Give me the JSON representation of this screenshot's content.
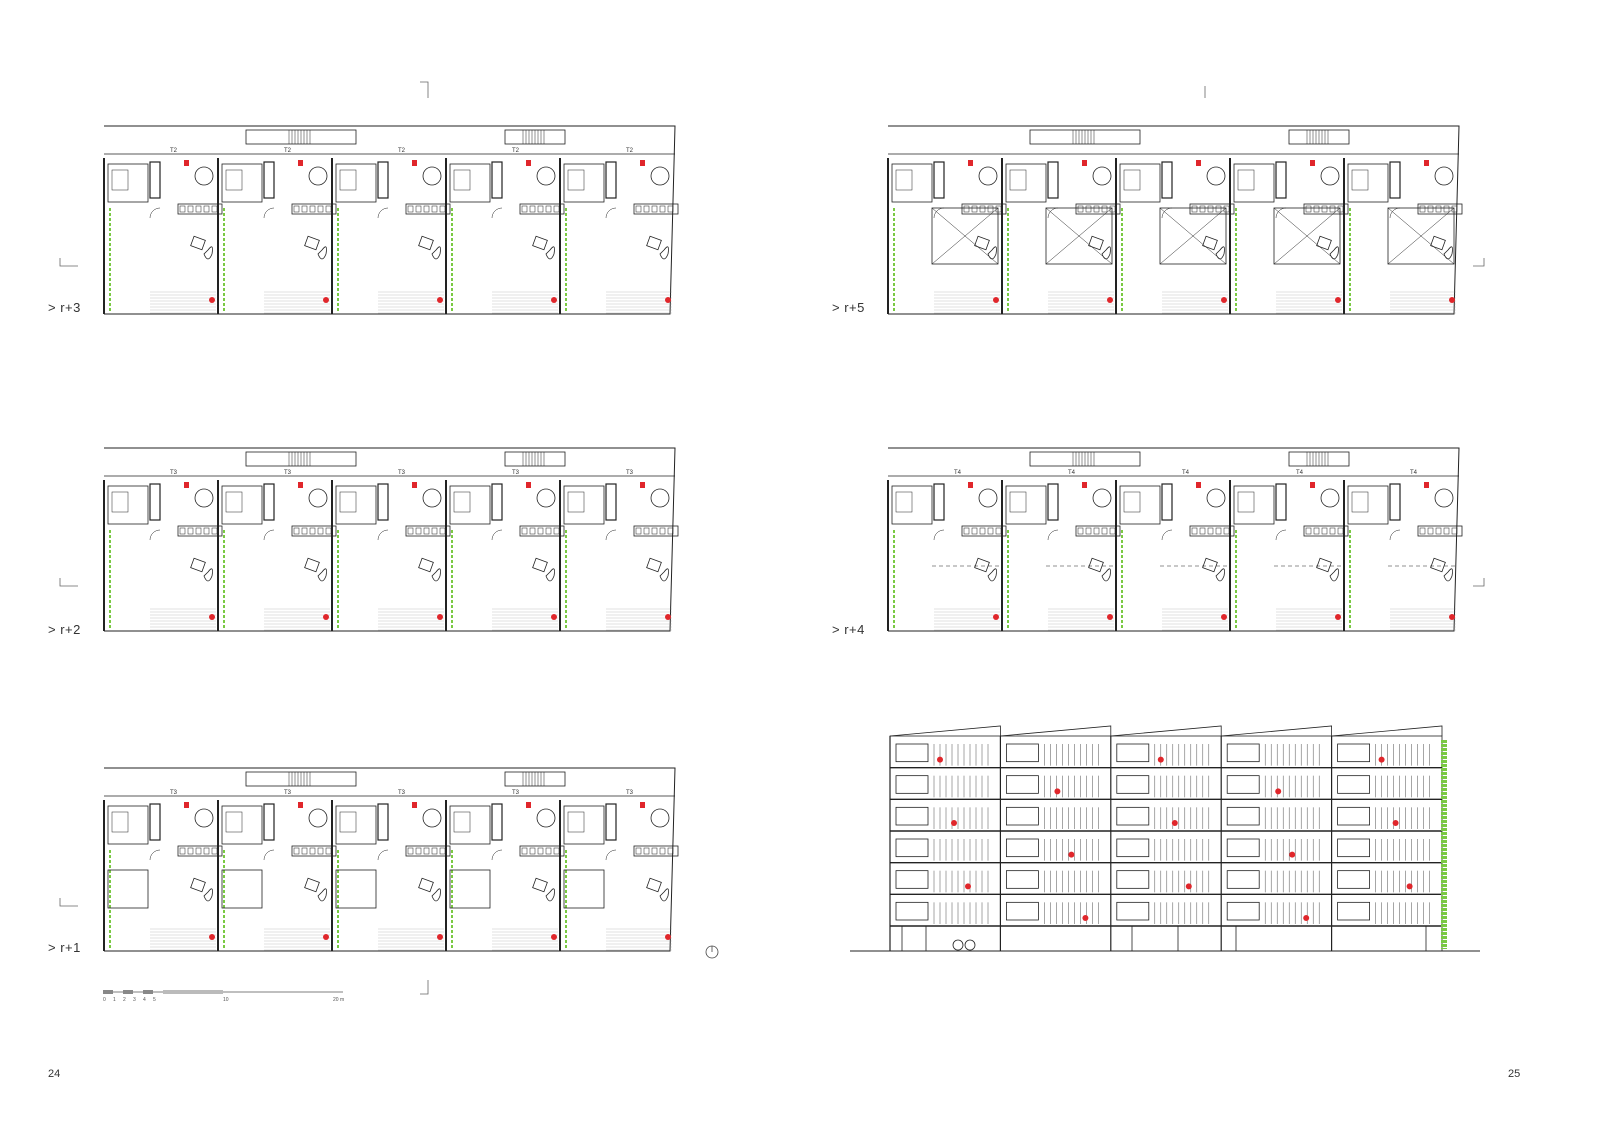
{
  "pages": {
    "left": "24",
    "right": "25"
  },
  "levels": {
    "r3": "> r+3",
    "r2": "> r+2",
    "r1": "> r+1",
    "r5": "> r+5",
    "r4": "> r+4"
  },
  "unit_tags": {
    "r3": [
      "T2",
      "T2",
      "T2",
      "T2",
      "T2"
    ],
    "r2": [
      "T3",
      "T3",
      "T3",
      "T3",
      "T3"
    ],
    "r1": [
      "T3",
      "T3",
      "T3",
      "T3",
      "T3"
    ],
    "r4": [
      "T4",
      "T4",
      "T4",
      "T4",
      "T4"
    ]
  },
  "scale_bar": {
    "ticks": [
      "0",
      "1",
      "2",
      "3",
      "4",
      "5",
      "10",
      "20 m"
    ]
  },
  "colors": {
    "line": "#222222",
    "accent_red": "#e0262b",
    "green": "#7ac943"
  }
}
